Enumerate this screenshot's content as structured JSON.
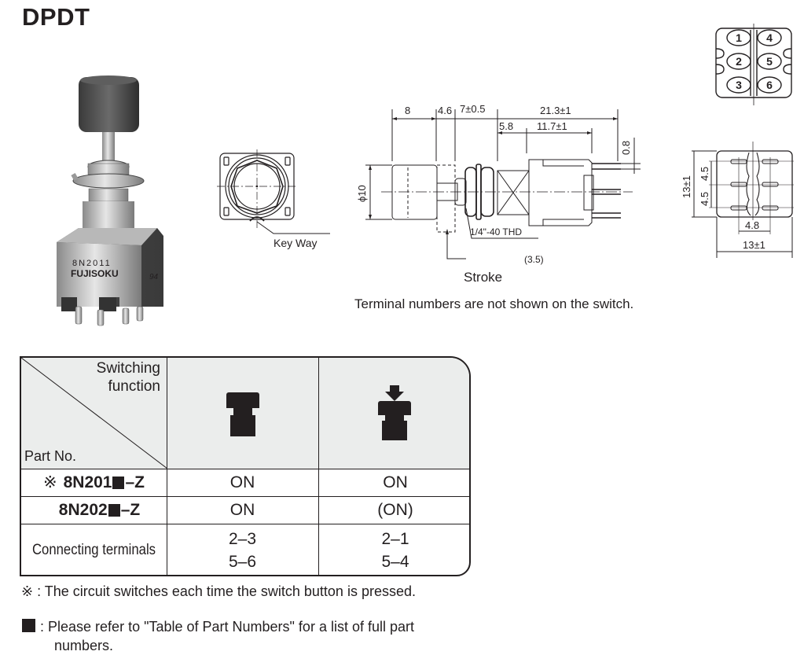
{
  "title": "DPDT",
  "product_photo": {
    "marking_line1": "8N2011",
    "marking_line2": "FUJISOKU",
    "side_mark": "94"
  },
  "front_view": {
    "label": "Key Way"
  },
  "side_view": {
    "dims": {
      "cap_length": "8",
      "gap": "4.6",
      "travel": "7±0.5",
      "body_total": "21.3±1",
      "bushing": "5.8",
      "housing": "11.7±1",
      "terminal_thickness": "0.8",
      "diameter": "ϕ10"
    },
    "thread_label": "1/4\"-40 THD",
    "stroke_value": "(3.5)",
    "stroke_label": "Stroke"
  },
  "terminal_diagram": {
    "terminals": [
      "1",
      "2",
      "3",
      "4",
      "5",
      "6"
    ]
  },
  "bottom_view": {
    "dims": {
      "height": "13±1",
      "pitch_top": "4.5",
      "pitch_bottom": "4.5",
      "row_spacing": "4.8",
      "width": "13±1"
    }
  },
  "terminal_note": "Terminal numbers are not shown on the switch.",
  "table": {
    "header_top": "Switching function",
    "header_top_line1": "Switching",
    "header_top_line2": "function",
    "header_bottom": "Part No.",
    "columns": [
      {
        "icon": "switch-released-icon"
      },
      {
        "icon": "switch-pressed-icon"
      }
    ],
    "rows": [
      {
        "mark": "※",
        "part_prefix": "8N201",
        "part_suffix": "–Z",
        "values": [
          "ON",
          "ON"
        ]
      },
      {
        "mark": "",
        "part_prefix": "8N202",
        "part_suffix": "–Z",
        "values": [
          "ON",
          "(ON)"
        ]
      }
    ],
    "connecting": {
      "label": "Connecting terminals",
      "col1": [
        "2–3",
        "5–6"
      ],
      "col2": [
        "2–1",
        "5–4"
      ]
    }
  },
  "footnotes": {
    "mark1": "※",
    "text1": "The circuit switches each time the switch button is pressed.",
    "text2_line1": "Please refer to \"Table of Part Numbers\" for a list of full part",
    "text2_line2": "numbers."
  },
  "colors": {
    "ink": "#231f20",
    "header_bg": "#ebedec"
  }
}
